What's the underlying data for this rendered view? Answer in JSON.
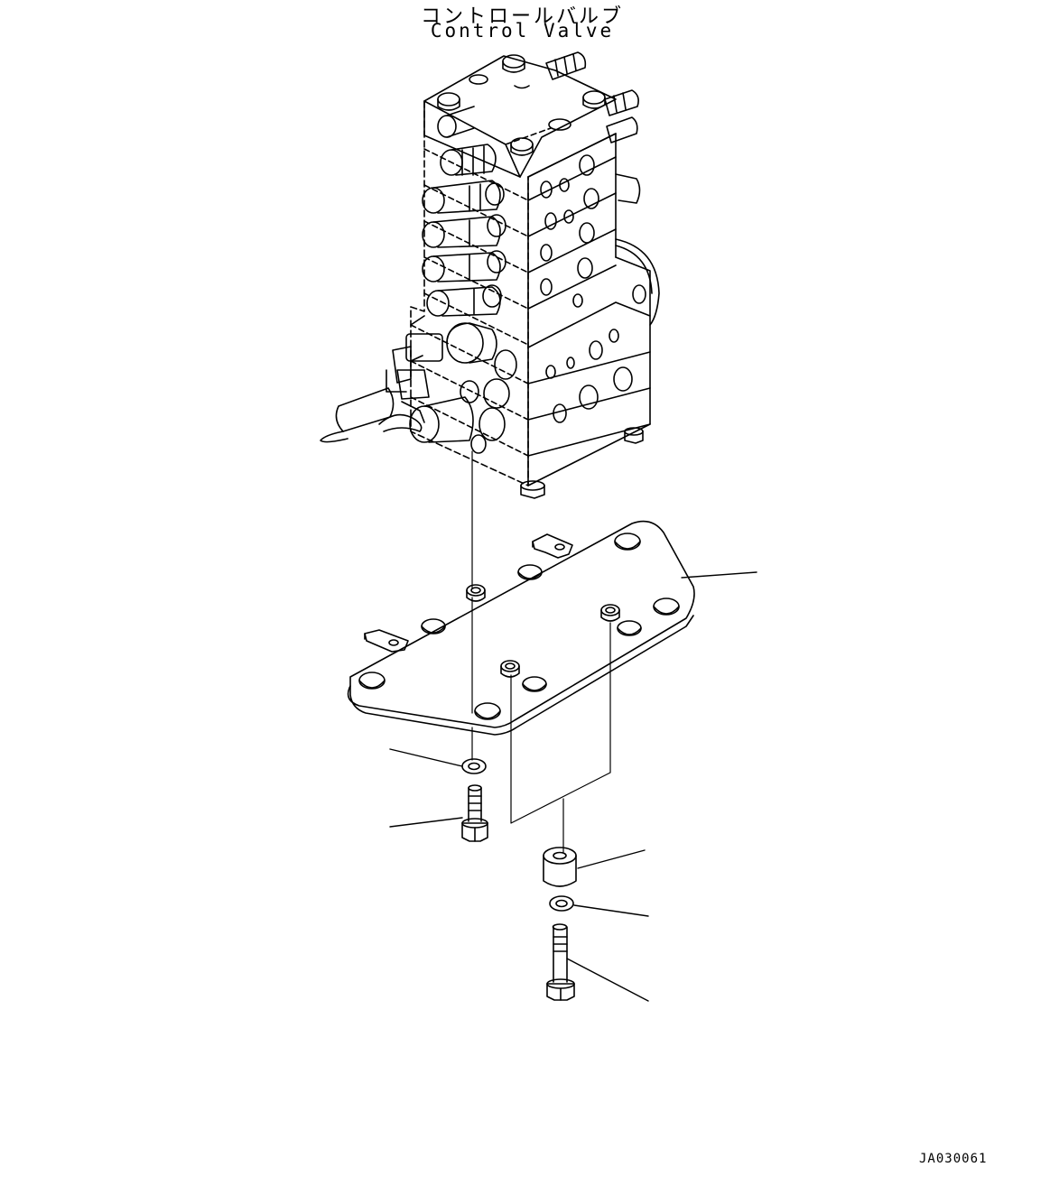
{
  "header": {
    "label_jp": "コントロールバルブ",
    "label_en": "Control Valve"
  },
  "footer": {
    "drawing_id": "JA030061"
  },
  "colors": {
    "stroke": "#000000",
    "background": "#ffffff"
  }
}
